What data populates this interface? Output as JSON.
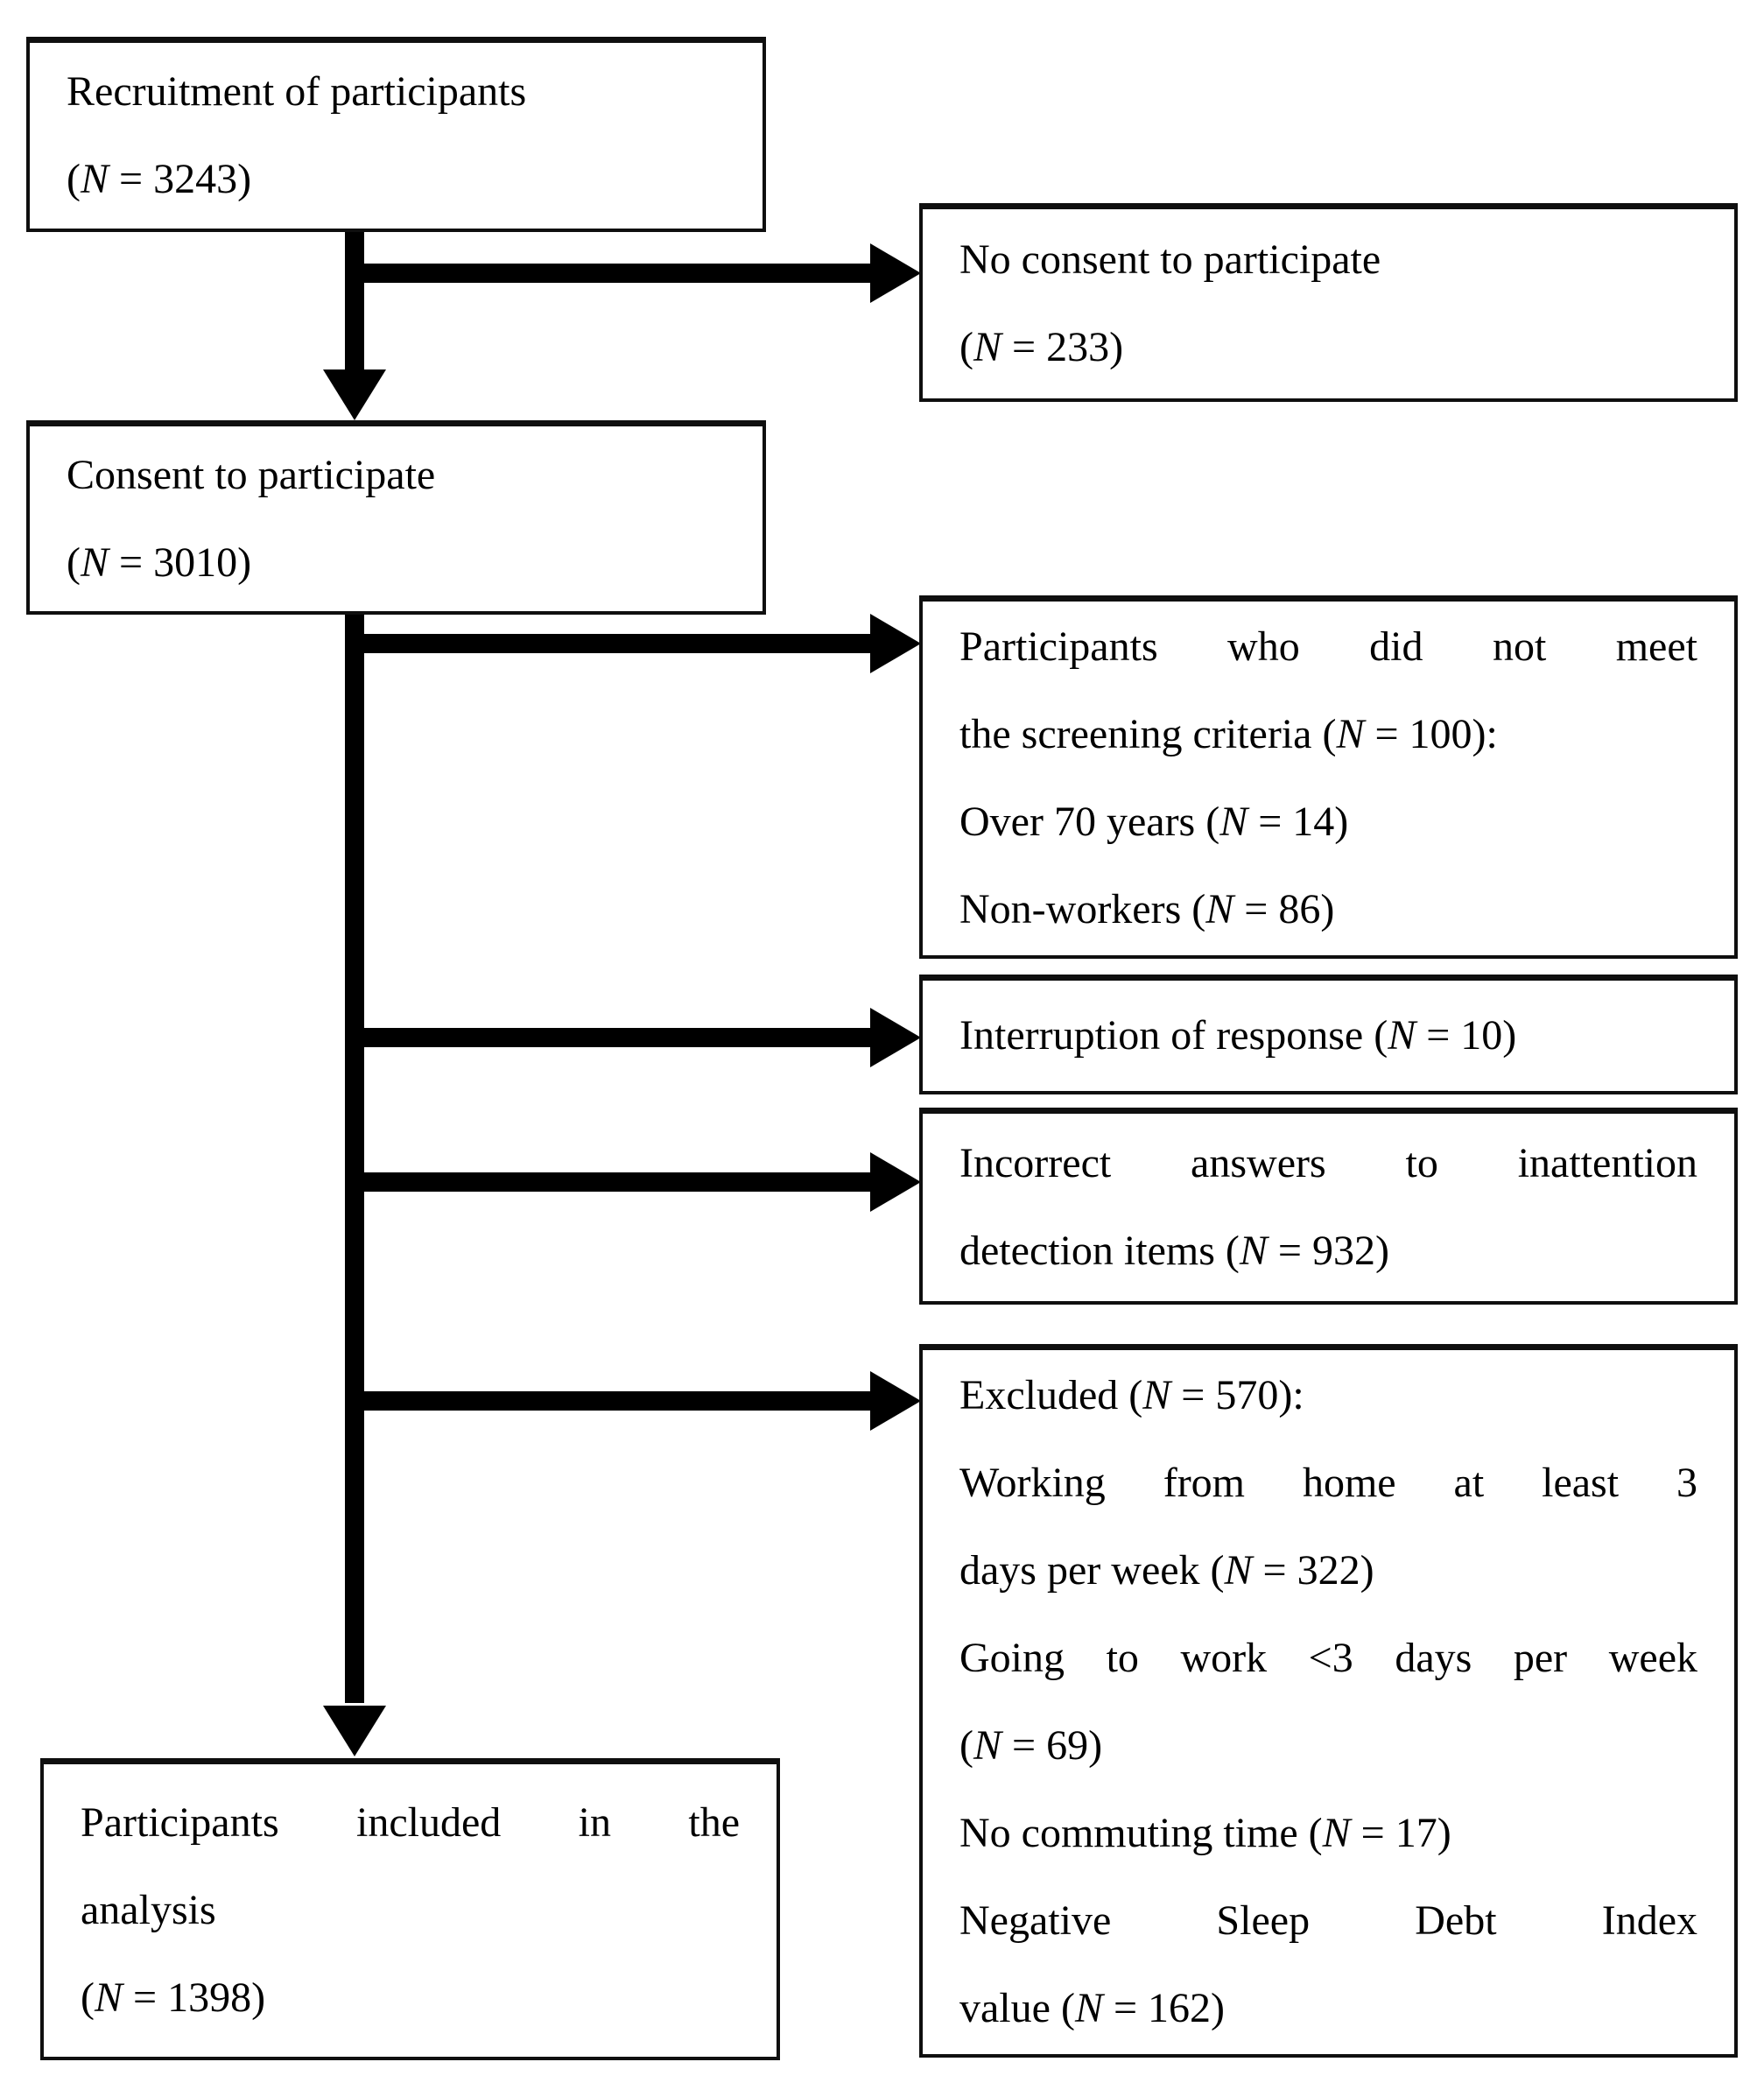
{
  "figure": {
    "type": "flow-diagram",
    "background_color": "#ffffff",
    "line_color": "#000000",
    "boxes": [
      {
        "id": "recruitment",
        "lines": [
          {
            "text": "Recruitment of participants"
          },
          {
            "text": "(N = 3243)"
          }
        ]
      },
      {
        "id": "no_consent",
        "lines": [
          {
            "text": "No consent to participate"
          },
          {
            "text": "(N = 233)"
          }
        ]
      },
      {
        "id": "consent",
        "lines": [
          {
            "text": "Consent to participate"
          },
          {
            "text": "(N = 3010)"
          }
        ]
      },
      {
        "id": "screening",
        "lines": [
          {
            "text": "Participants who did not meet",
            "justify": true
          },
          {
            "text": "the screening criteria (N = 100):"
          },
          {
            "text": "Over 70 years (N = 14)"
          },
          {
            "text": "Non-workers (N = 86)"
          }
        ]
      },
      {
        "id": "interruption",
        "lines": [
          {
            "text": "Interruption of response (N = 10)"
          }
        ]
      },
      {
        "id": "incorrect",
        "lines": [
          {
            "text": "Incorrect answers to inattention",
            "justify": true
          },
          {
            "text": "detection items (N = 932)"
          }
        ]
      },
      {
        "id": "excluded",
        "lines": [
          {
            "text": "Excluded (N = 570):"
          },
          {
            "text": "Working from home at least 3",
            "justify": true
          },
          {
            "text": "days per week (N = 322)"
          },
          {
            "text": "Going to work <3 days per week",
            "justify": true
          },
          {
            "text": "(N = 69)"
          },
          {
            "text": "No commuting time (N = 17)"
          },
          {
            "text": "Negative Sleep Debt Index",
            "justify": true
          },
          {
            "text": "value (N = 162)"
          }
        ]
      },
      {
        "id": "included",
        "lines": [
          {
            "text": "Participants included in the",
            "justify": true
          },
          {
            "text": "analysis"
          },
          {
            "text": "(N = 1398)"
          }
        ]
      }
    ],
    "edges": [
      {
        "from": "recruitment",
        "to": "no_consent"
      },
      {
        "from": "recruitment",
        "to": "consent"
      },
      {
        "from": "consent",
        "to": "screening"
      },
      {
        "from": "consent",
        "to": "interruption"
      },
      {
        "from": "consent",
        "to": "incorrect"
      },
      {
        "from": "consent",
        "to": "excluded"
      },
      {
        "from": "consent",
        "to": "included"
      }
    ]
  }
}
